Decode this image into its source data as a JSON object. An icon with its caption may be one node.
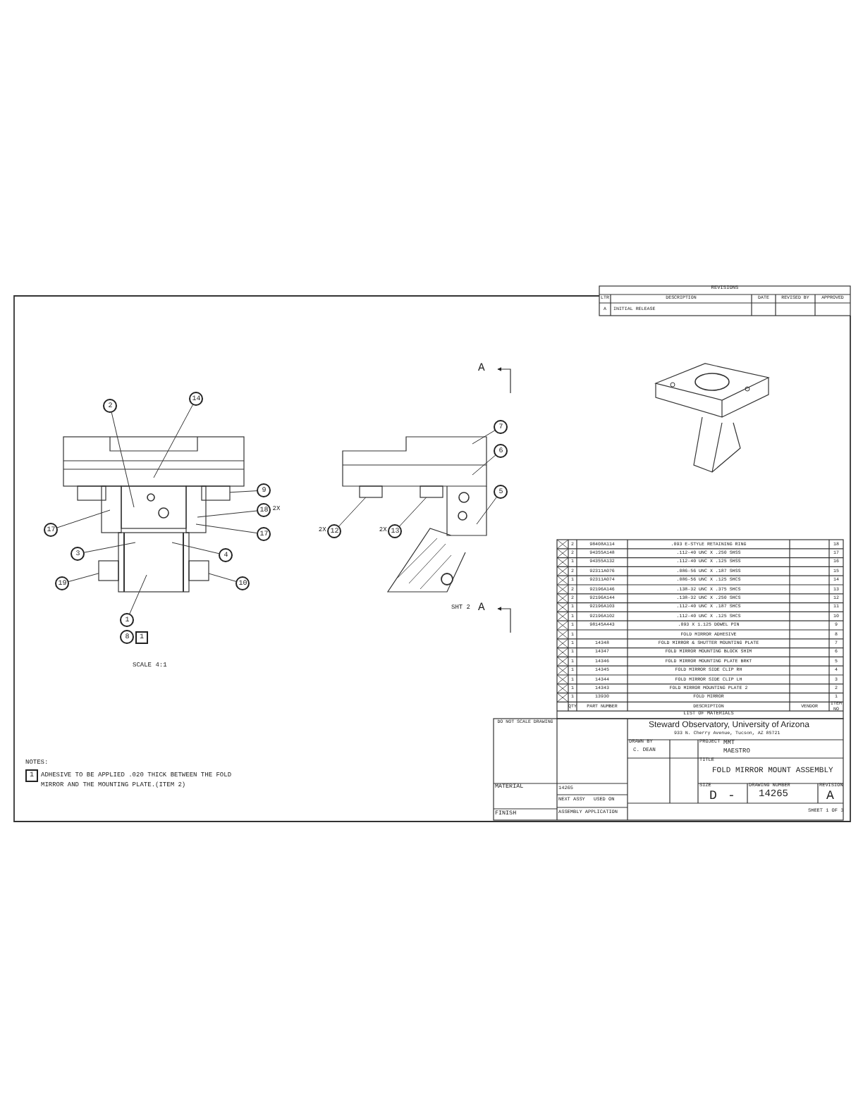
{
  "diagram": {
    "nodes": [
      {
        "text": [
          "2"
        ]
      },
      {
        "text": [
          "14"
        ]
      },
      {
        "text": [
          "9"
        ]
      },
      {
        "text": [
          "18"
        ],
        "beside": [
          "2X"
        ]
      },
      {
        "text": [
          "17"
        ]
      },
      {
        "text": [
          "17"
        ]
      },
      {
        "text": [
          "3"
        ]
      },
      {
        "text": [
          "4"
        ]
      },
      {
        "text": [
          "19"
        ]
      },
      {
        "text": [
          "10"
        ]
      },
      {
        "text": [
          "1"
        ]
      },
      {
        "text": [
          "8"
        ]
      },
      {
        "text": [
          "7"
        ]
      },
      {
        "text": [
          "6"
        ]
      },
      {
        "text": [
          "5"
        ]
      },
      {
        "text": [
          "12"
        ],
        "beside": [
          "2X"
        ]
      },
      {
        "text": [
          "13"
        ],
        "beside": [
          "2X"
        ]
      },
      {
        "text": [],
        "shape": "box"
      },
      {
        "text": [],
        "shape": "box"
      },
      {
        "text": [],
        "shape": "box"
      },
      {
        "text": [],
        "shape": "box"
      },
      {
        "text": [],
        "shape": "box"
      }
    ],
    "edges": [
      {
        "from": 0,
        "to": null,
        "arrow": "none"
      },
      {
        "from": 1,
        "to": null,
        "arrow": "none"
      },
      {
        "from": 2,
        "to": 17,
        "arrow": "none"
      },
      {
        "from": 3,
        "to": null,
        "arrow": "none"
      },
      {
        "from": 4,
        "to": null,
        "arrow": "none"
      },
      {
        "from": 5,
        "to": null,
        "arrow": "none"
      },
      {
        "from": 6,
        "to": null,
        "arrow": "none"
      },
      {
        "from": 7,
        "to": null,
        "arrow": "none"
      },
      {
        "from": 8,
        "to": 18,
        "arrow": "none"
      },
      {
        "from": 9,
        "to": 19,
        "arrow": "none"
      },
      {
        "from": 10,
        "to": null,
        "arrow": "none"
      },
      {
        "from": 12,
        "to": null,
        "arrow": "none"
      },
      {
        "from": 13,
        "to": null,
        "arrow": "none"
      },
      {
        "from": 14,
        "to": null,
        "arrow": "none"
      },
      {
        "from": 15,
        "to": 20,
        "arrow": "none"
      },
      {
        "from": 16,
        "to": 21,
        "arrow": "none"
      }
    ],
    "labels": [
      "A",
      "SHT 2",
      "A",
      "SCALE 4:1",
      "1",
      "REVISIONS",
      "LTR",
      "DESCRIPTION",
      "DATE",
      "REVISED BY",
      "APPROVED",
      "A",
      "INITIAL RELEASE",
      "2",
      "98408A114",
      ".093 E-STYLE RETAINING RING",
      "18",
      "2",
      "94355A148",
      ".112-40 UNC X .250 SHSS",
      "17",
      "1",
      "94355A132",
      ".112-40 UNC X .125 SHSS",
      "16",
      "2",
      "92311A076",
      ".086-56 UNC X .187 SHSS",
      "15",
      "1",
      "92311A074",
      ".086-56 UNC X .125 SHCS",
      "14",
      "2",
      "92196A146",
      ".138-32 UNC X .375 SHCS",
      "13",
      "2",
      "92196A144",
      ".138-32 UNC X .250 SHCS",
      "12",
      "1",
      "92196A103",
      ".112-40 UNC X .187 SHCS",
      "11",
      "1",
      "92196A102",
      ".112-40 UNC X .125 SHCS",
      "10",
      "1",
      "98145A443",
      ".093 X 1.125 DOWEL PIN",
      "9",
      "1",
      "FOLD MIRROR ADHESIVE",
      "8",
      "1",
      "14348",
      "FOLD MIRROR & SHUTTER MOUNTING PLATE",
      "7",
      "1",
      "14347",
      "FOLD MIRROR MOUNTING BLOCK SHIM",
      "6",
      "1",
      "14346",
      "FOLD MIRROR MOUNTING PLATE BRKT",
      "5",
      "1",
      "14345",
      "FOLD MIRROR SIDE CLIP RH",
      "4",
      "1",
      "14344",
      "FOLD MIRROR SIDE CLIP LH",
      "3",
      "1",
      "14343",
      "FOLD MIRROR MOUNTING PLATE 2",
      "2",
      "1",
      "13930",
      "FOLD MIRROR",
      "1",
      "QTY",
      "PART NUMBER",
      "DESCRIPTION",
      "VENDOR",
      "ITEM NO",
      "LIST OF MATERIALS",
      "NOTES:",
      "1",
      "ADHESIVE TO BE APPLIED .020 THICK BETWEEN THE FOLD MIRROR AND THE MOUNTING PLATE.(ITEM 2)",
      "DO NOT SCALE DRAWING",
      "MATERIAL",
      "FINISH",
      "14265",
      "NEXT ASSY",
      "USED ON",
      "ASSEMBLY APPLICATION",
      "Steward Observatory, University of Arizona",
      "933 N. Cherry Avenue, Tucson, AZ 85721",
      "DRAWN BY",
      "C. DEAN",
      "PROJECT",
      "MMT",
      "MAESTRO",
      "TITLE",
      "FOLD MIRROR MOUNT ASSEMBLY",
      "SIZE",
      "D",
      "-",
      "DRAWING NUMBER",
      "14265",
      "REVISION",
      "A",
      "SHEET 1 OF 3"
    ]
  }
}
